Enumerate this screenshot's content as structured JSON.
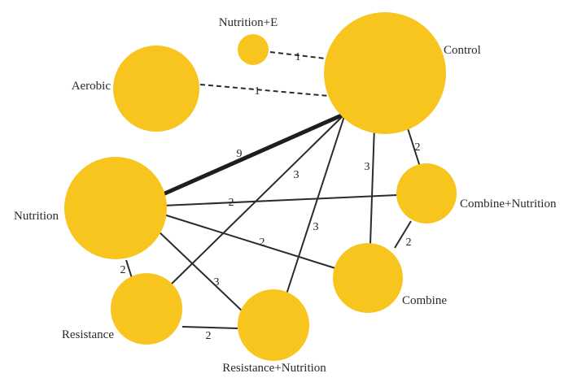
{
  "nodes": {
    "nutrition_e": "Nutrition+E",
    "control": "Control",
    "aerobic": "Aerobic",
    "nutrition": "Nutrition",
    "combine_nutrition": "Combine+Nutrition",
    "combine": "Combine",
    "resistance": "Resistance",
    "resistance_nutrition": "Resistance+Nutrition"
  },
  "edges": {
    "control_nutrition_e": "1",
    "control_aerobic": "1",
    "control_nutrition": "9",
    "control_resistance": "3",
    "control_resistance_nutrition": "3",
    "control_combine": "3",
    "control_combine_nutrition": "2",
    "nutrition_combine_nutrition": "2",
    "nutrition_combine": "2",
    "nutrition_resistance": "2",
    "nutrition_resistance_nutrition": "3",
    "resistance_resistance_nutrition": "2",
    "combine_combine_nutrition": "2"
  }
}
